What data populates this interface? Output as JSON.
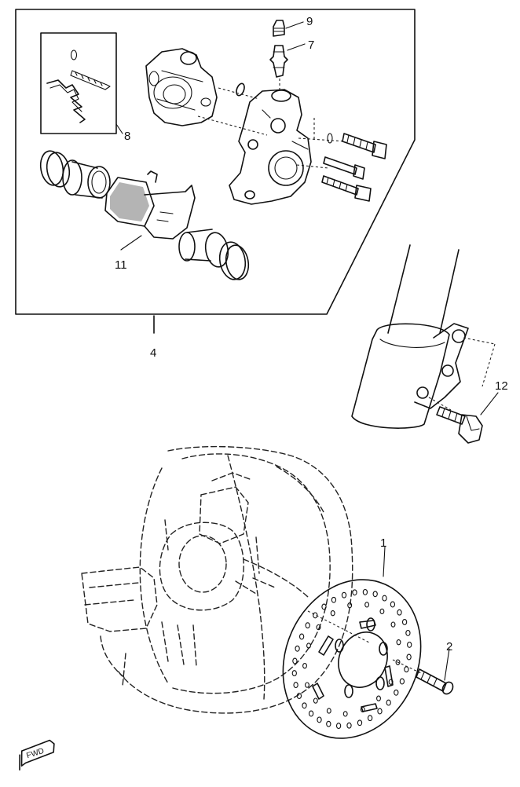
{
  "callouts": {
    "one": "1",
    "two": "2",
    "four": "4",
    "seven": "7",
    "eight": "8",
    "nine": "9",
    "eleven": "11",
    "twelve": "12"
  },
  "fwd_mark": "FWD",
  "colors": {
    "ink": "#111111",
    "paper": "#ffffff"
  }
}
